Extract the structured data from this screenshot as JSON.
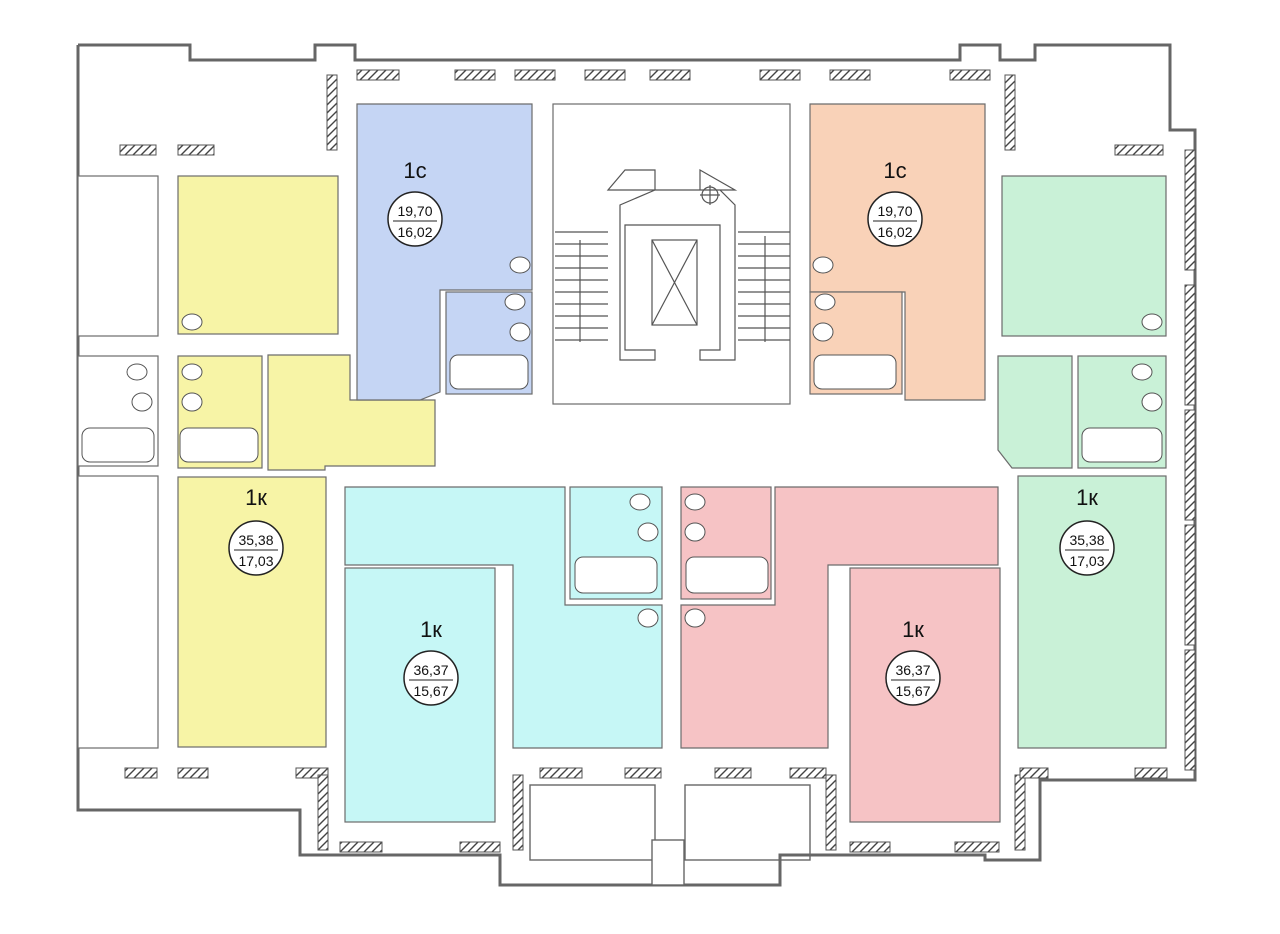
{
  "colors": {
    "yellow": "#f7f4a6",
    "blue": "#c5d5f4",
    "peach": "#f9d2b8",
    "green": "#c9f1d7",
    "cyan": "#c6f7f6",
    "pink": "#f6c3c5",
    "wall": "#8a8a8a",
    "line": "#555555"
  },
  "apartments": [
    {
      "id": "top-left-studio",
      "type": "1с",
      "total": "19,70",
      "living": "16,02"
    },
    {
      "id": "top-right-studio",
      "type": "1с",
      "total": "19,70",
      "living": "16,02"
    },
    {
      "id": "left-1k",
      "type": "1к",
      "total": "35,38",
      "living": "17,03"
    },
    {
      "id": "right-1k",
      "type": "1к",
      "total": "35,38",
      "living": "17,03"
    },
    {
      "id": "center-left-1k",
      "type": "1к",
      "total": "36,37",
      "living": "15,67"
    },
    {
      "id": "center-right-1k",
      "type": "1к",
      "total": "36,37",
      "living": "15,67"
    }
  ]
}
